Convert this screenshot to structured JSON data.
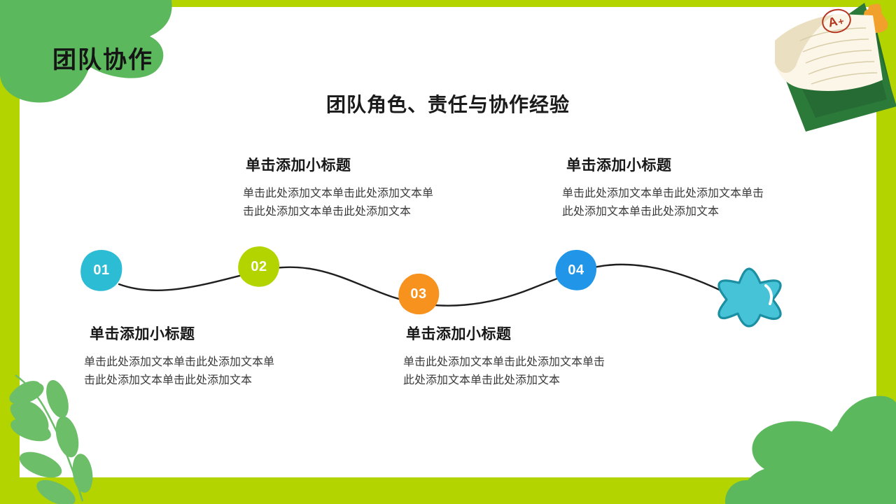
{
  "slide": {
    "title": "团队协作",
    "section_title": "团队角色、责任与协作经验"
  },
  "colors": {
    "border_green": "#b4d400",
    "blob_green": "#5cb85c",
    "leaf_green": "#6cbe68",
    "clipboard_dark_green": "#256b33",
    "clipboard_paper": "#f7efdd",
    "stamp_red": "#b5361f",
    "clip_orange": "#f1a12b",
    "marker_01": "#2cbcd4",
    "marker_02": "#b4d400",
    "marker_03": "#f7921e",
    "marker_04": "#2196e8",
    "star_cyan": "#46c3d6",
    "star_outline": "#1c8fa3",
    "curve_line": "#1f1f1f",
    "title_text": "#151515",
    "body_text": "#3a3a3a"
  },
  "blocks": [
    {
      "id": "01",
      "heading": "单击添加小标题",
      "body": "单击此处添加文本单击此处添加文本单\n击此处添加文本单击此处添加文本"
    },
    {
      "id": "02",
      "heading": "单击添加小标题",
      "body": "单击此处添加文本单击此处添加文本单击\n此处添加文本单击此处添加文本"
    },
    {
      "id": "03",
      "heading": "单击添加小标题",
      "body": "单击此处添加文本单击此处添加文本单\n击此处添加文本单击此处添加文本"
    },
    {
      "id": "04",
      "heading": "单击添加小标题",
      "body": "单击此处添加文本单击此处添加文本单击\n此处添加文本单击此处添加文本"
    }
  ],
  "markers": [
    {
      "label": "01"
    },
    {
      "label": "02"
    },
    {
      "label": "03"
    },
    {
      "label": "04"
    }
  ],
  "decorations": {
    "clipboard_grade": "A+",
    "star_label": "star-endpoint",
    "leaf_label": "leaf-branch"
  }
}
